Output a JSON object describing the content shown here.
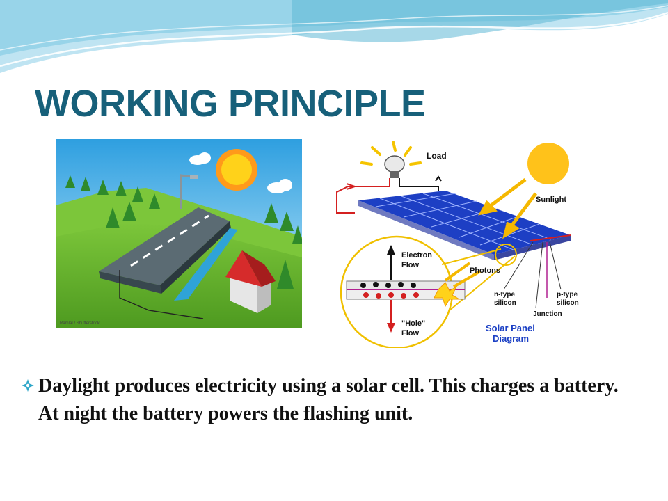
{
  "slide": {
    "title": "WORKING PRINCIPLE",
    "bullet_text": "Daylight produces electricity using a solar cell. This charges a battery. At night the battery powers the flashing unit."
  },
  "scene": {
    "caption": "Ramlal / Shutterstock"
  },
  "diagram": {
    "load_label": "Load",
    "sunlight_label": "Sunlight",
    "photons_label": "Photons",
    "electron_flow_line1": "Electron",
    "electron_flow_line2": "Flow",
    "hole_flow_line1": "\"Hole\"",
    "hole_flow_line2": "Flow",
    "ntype_line1": "n-type",
    "ntype_line2": "silicon",
    "ptype_line1": "p-type",
    "ptype_line2": "silicon",
    "junction_label": "Junction",
    "caption_line1": "Solar Panel",
    "caption_line2": "Diagram"
  },
  "colors": {
    "title": "#17607a",
    "wave_dark": "#5fb8d6",
    "wave_light": "#bfe4f2",
    "diagram_caption": "#1a3fc4",
    "bullet_icon": "#2fa7c9"
  }
}
